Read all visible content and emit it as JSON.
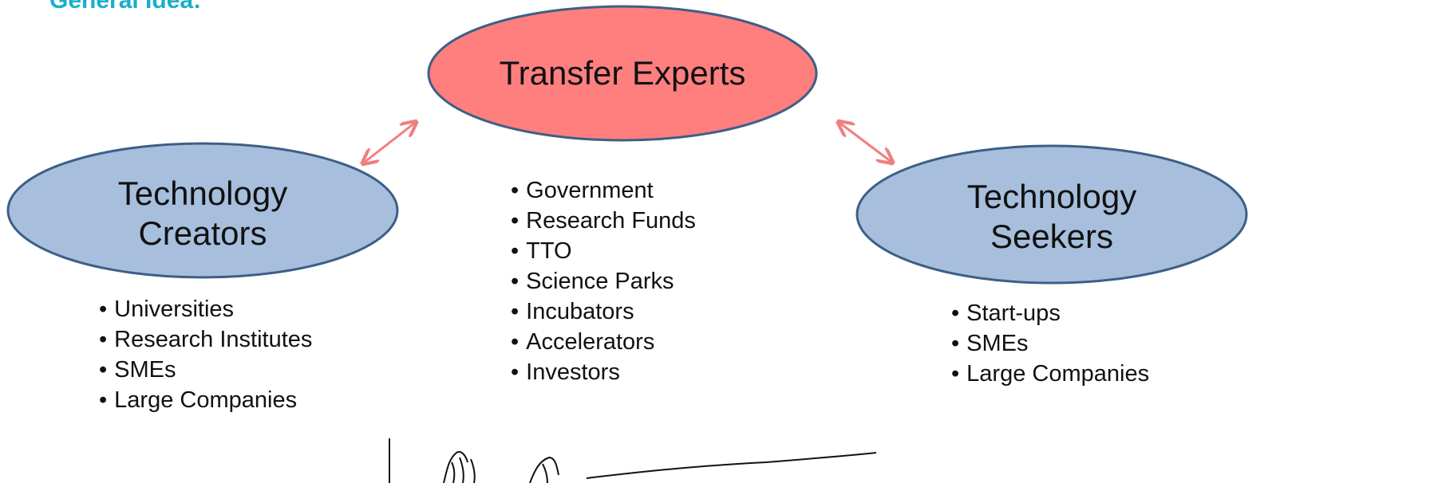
{
  "heading": "General Idea:",
  "nodes": {
    "top": {
      "label": "Transfer Experts",
      "fill": "#ff7f7f",
      "stroke": "#3d5f86"
    },
    "left": {
      "line1": "Technology",
      "line2": "Creators",
      "fill": "#a7bfdd",
      "stroke": "#3d5f86"
    },
    "right": {
      "line1": "Technology",
      "line2": "Seekers",
      "fill": "#a7bfdd",
      "stroke": "#3d5f86"
    }
  },
  "arrow_color": "#ee8080",
  "lists": {
    "creators": [
      "Universities",
      "Research Institutes",
      "SMEs",
      "Large Companies"
    ],
    "experts": [
      "Government",
      "Research Funds",
      "TTO",
      "Science Parks",
      "Incubators",
      "Accelerators",
      "Investors"
    ],
    "seekers": [
      "Start-ups",
      "SMEs",
      "Large Companies"
    ]
  }
}
